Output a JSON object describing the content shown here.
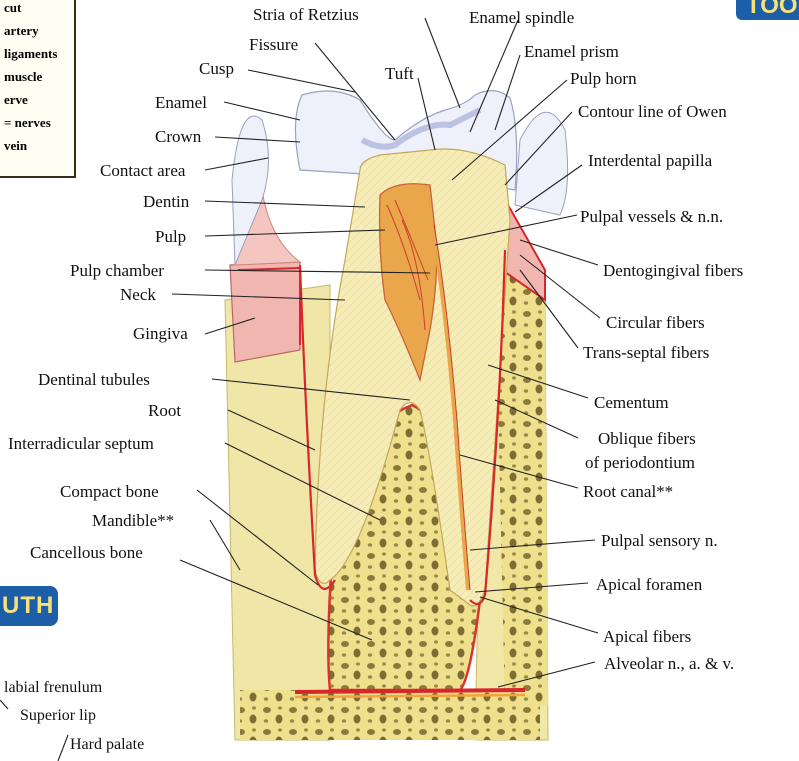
{
  "legend": {
    "items": [
      "cut",
      "artery",
      "ligaments",
      "muscle",
      "erve",
      "= nerves",
      "vein"
    ]
  },
  "section_badge": "UTH",
  "chapter_badge": "TOOT",
  "labels": {
    "stria_of_retzius": "Stria of Retzius",
    "enamel_spindle": "Enamel spindle",
    "fissure": "Fissure",
    "enamel_prism": "Enamel prism",
    "cusp": "Cusp",
    "tuft": "Tuft",
    "pulp_horn": "Pulp horn",
    "enamel": "Enamel",
    "contour_line": "Contour line of Owen",
    "crown": "Crown",
    "interdental_papilla": "Interdental papilla",
    "contact_area": "Contact area",
    "dentin": "Dentin",
    "pulpal_vessels": "Pulpal vessels & n.n.",
    "pulp": "Pulp",
    "pulp_chamber": "Pulp chamber",
    "dentogingival_fibers": "Dentogingival fibers",
    "neck": "Neck",
    "circular_fibers": "Circular fibers",
    "gingiva": "Gingiva",
    "trans_septal_fibers": "Trans-septal fibers",
    "dentinal_tubules": "Dentinal tubules",
    "cementum": "Cementum",
    "root": "Root",
    "oblique_fibers_1": "Oblique fibers",
    "oblique_fibers_2": "of periodontium",
    "interradicular_septum": "Interradicular septum",
    "root_canal": "Root canal**",
    "compact_bone": "Compact bone",
    "mandible": "Mandible**",
    "pulpal_sensory": "Pulpal sensory n.",
    "cancellous_bone": "Cancellous bone",
    "apical_foramen": "Apical foramen",
    "apical_fibers": "Apical fibers",
    "alveolar": "Alveolar n., a. & v.",
    "labial_frenulum": "labial frenulum",
    "superior_lip": "Superior lip",
    "hard_palate": "Hard palate"
  },
  "colors": {
    "enamel": "#eef0fa",
    "dentin": "#f6ecb6",
    "bone": "#efe08e",
    "gingiva": "#f2b6b0",
    "vessel_red": "#d8262a",
    "pulp": "#e9a64a",
    "badge_blue": "#1d5ea8",
    "badge_text": "#f7e27a"
  }
}
